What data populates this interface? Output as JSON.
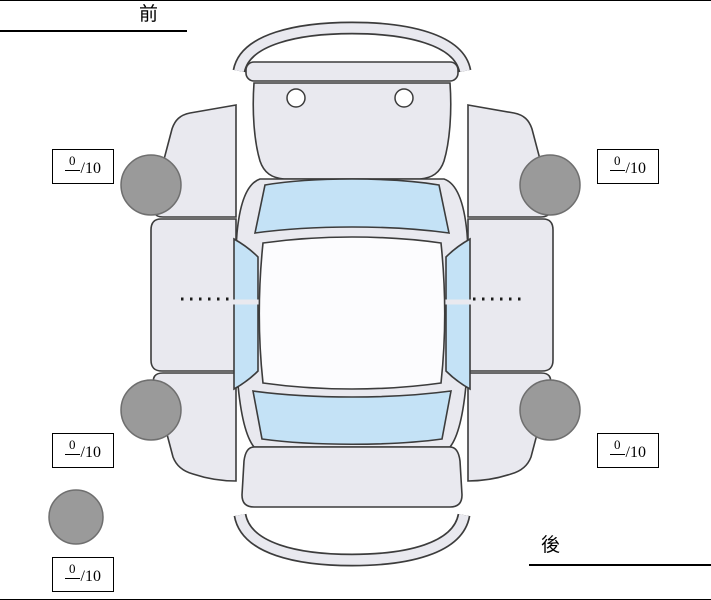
{
  "diagram": {
    "labels": {
      "front": "前",
      "rear": "後"
    },
    "scores": {
      "front_left": {
        "value": "0",
        "max": "/10"
      },
      "front_right": {
        "value": "0",
        "max": "/10"
      },
      "rear_left": {
        "value": "0",
        "max": "/10"
      },
      "rear_right": {
        "value": "0",
        "max": "/10"
      },
      "spare": {
        "value": "0",
        "max": "/10"
      }
    },
    "colors": {
      "body": "#e9e9ef",
      "window": "#c4e2f6",
      "tire": "#9a9a9a",
      "outline": "#3c3c3c"
    }
  }
}
